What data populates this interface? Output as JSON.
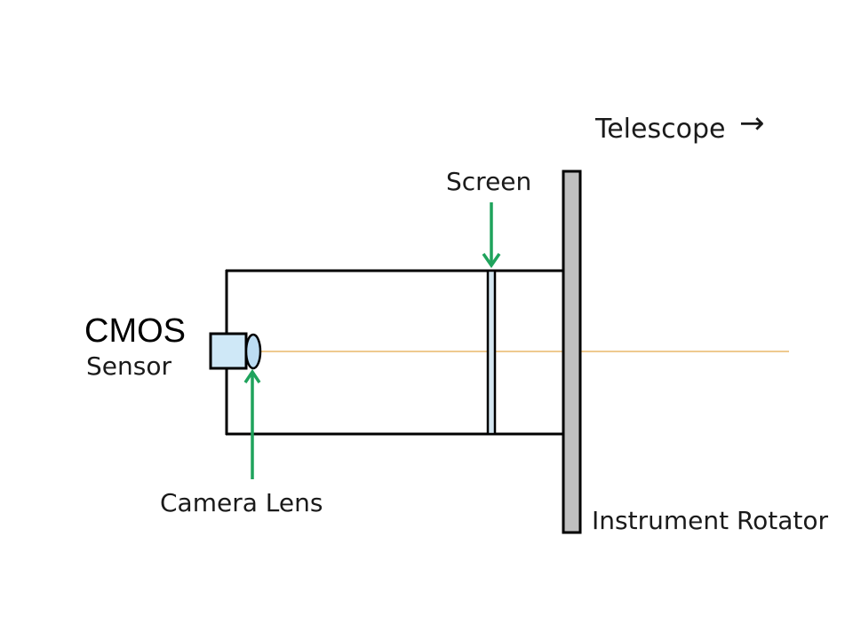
{
  "diagram": {
    "labels": {
      "telescope": "Telescope",
      "screen": "Screen",
      "cmos": "CMOS",
      "sensor": "Sensor",
      "camera_lens": "Camera Lens",
      "instrument_rotator": "Instrument Rotator"
    },
    "icons": {
      "telescope_arrow": "→"
    },
    "colors": {
      "outline": "#000000",
      "sensor_fill": "#cfe8f7",
      "lens_fill": "#bcdcf2",
      "screen_fill": "#d4e6f1",
      "rotator_fill": "#c0c0c0",
      "pointer_arrow": "#1fa35c",
      "optical_axis": "#e8b96a"
    }
  }
}
